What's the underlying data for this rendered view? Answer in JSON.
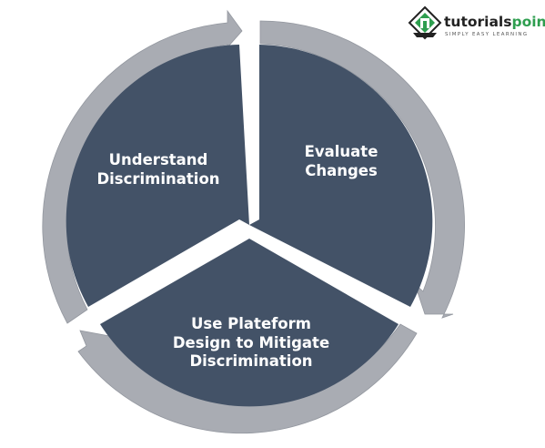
{
  "logo": {
    "name_part1": "tutorials",
    "name_part2": "point",
    "tagline": "SIMPLY EASY LEARNING",
    "icon": "tutorialspoint-logo-icon"
  },
  "colors": {
    "segment_fill": "#435267",
    "arrow_fill": "#a9acb3",
    "label_text": "#ffffff",
    "logo_green": "#2e9e4f",
    "logo_dark": "#222222"
  },
  "segments": [
    {
      "lines": [
        "Understand",
        "Discrimination"
      ]
    },
    {
      "lines": [
        "Evaluate",
        "Changes"
      ]
    },
    {
      "lines": [
        "Use Plateform",
        "Design to Mitigate",
        "Discrimination"
      ]
    }
  ]
}
